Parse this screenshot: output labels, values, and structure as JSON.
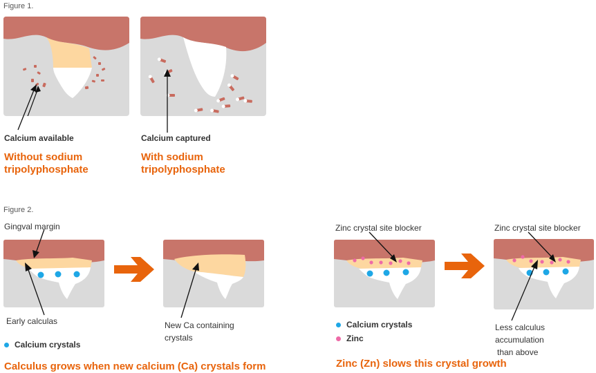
{
  "figure1": {
    "label": "Figure 1.",
    "left_caption": "Calcium available",
    "right_caption": "Calcium captured",
    "left_title": [
      "Without sodium",
      "tripolyphosphate"
    ],
    "right_title": [
      "With sodium",
      "tripolyphosphate"
    ]
  },
  "figure2": {
    "label": "Figure 2.",
    "gingival_label": "Gingval margin",
    "early_label": "Early calculas",
    "new_ca_label": [
      "New Ca containing",
      "crystals"
    ],
    "legend_calcium": "Calcium crystals",
    "left_title": "Calculus grows when new calcium (Ca) crystals form"
  },
  "figure3": {
    "blocker_label_1": "Zinc crystal site blocker",
    "blocker_label_2": "Zinc crystal site blocker",
    "less_label": [
      "Less calculus accumulation",
      "than above"
    ],
    "legend_calcium": "Calcium crystals",
    "legend_zinc": "Zinc",
    "title": "Zinc (Zn) slows this crystal growth"
  },
  "colors": {
    "gum": "#c8756a",
    "bone": "#dadada",
    "calculus": "#fdd7a0",
    "tooth": "#ffffff",
    "orange": "#e8640c",
    "calcium_dot": "#1ea7e6",
    "zinc_dot": "#ee6aa7",
    "speck": "#c86b5e"
  }
}
